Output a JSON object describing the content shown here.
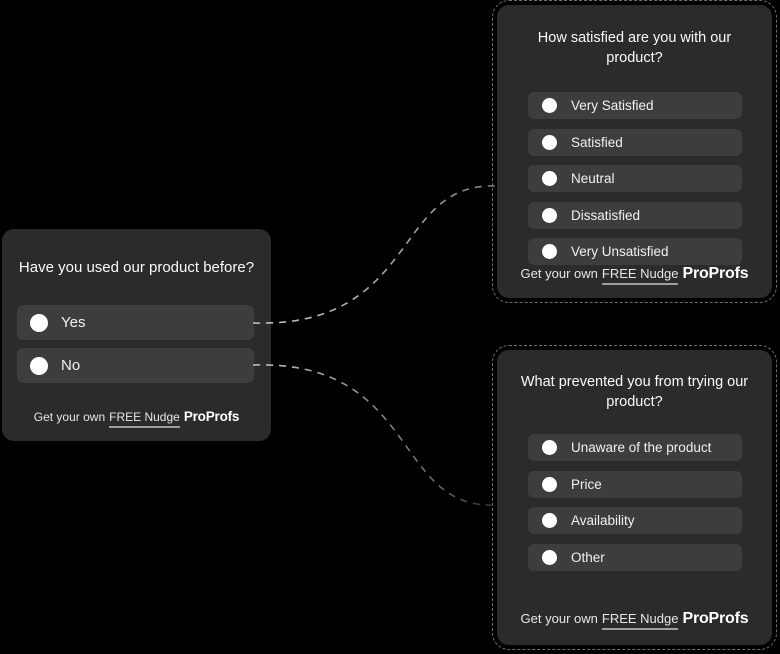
{
  "colors": {
    "page-bg": "#000000",
    "card-bg": "#2b2b2d",
    "row-bg": "#3b3d3f",
    "title-text": "#fafafa",
    "option-text": "#f1f1f1",
    "footer-text": "#e6e6e6",
    "brand-text": "#ffffff",
    "link-underline": "#9f9f9f",
    "radio-fill": "#ffffff",
    "connector-start": "#c2c2c2",
    "connector-end": "#5a5a5a",
    "selection-outline": "#6f6f6f"
  },
  "branding": {
    "prefix": "Get your own",
    "link_label": "FREE Nudge",
    "brand_name": "ProProfs"
  },
  "cards": [
    {
      "title": "Have you used our product before?",
      "options": [
        "Yes",
        "No"
      ]
    },
    {
      "title": "How satisfied are you with our product?",
      "options": [
        "Very Satisfied",
        "Satisfied",
        "Neutral",
        "Dissatisfied",
        "Very Unsatisfied"
      ]
    },
    {
      "title": "What prevented you from trying our product?",
      "options": [
        "Unaware of the product",
        "Price",
        "Availability",
        "Other"
      ]
    }
  ]
}
